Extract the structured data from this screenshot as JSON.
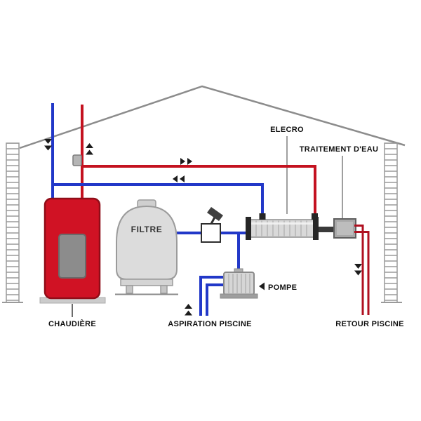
{
  "diagram": {
    "labels": {
      "boiler": "CHAUDIÈRE",
      "filter": "FILTRE",
      "pump": "POMPE",
      "heat_exchanger": "ELECRO",
      "water_treatment": "TRAITEMENT D'EAU",
      "pool_suction": "ASPIRATION PISCINE",
      "pool_return": "RETOUR PISCINE"
    },
    "colors": {
      "hot_pipe": "#c41220",
      "return_pipe": "#b01020",
      "cold_pipe": "#2238c8",
      "boiler_body": "#d01224",
      "boiler_door": "#8c8c8c",
      "structure_gray": "#9a9a9a",
      "metal_light": "#d9d9d9",
      "flange_dark": "#262626",
      "treatment_box": "#a8a8a8",
      "label_text": "#101010"
    },
    "flow_arrows": [
      {
        "name": "boiler-return-arrows",
        "direction": "down"
      },
      {
        "name": "boiler-supply-arrows",
        "direction": "up"
      },
      {
        "name": "hot-line-arrows",
        "direction": "right"
      },
      {
        "name": "cold-line-arrows",
        "direction": "left"
      },
      {
        "name": "pool-suction-arrows",
        "direction": "up"
      },
      {
        "name": "pool-return-arrows",
        "direction": "down"
      },
      {
        "name": "pump-pointer-arrow",
        "direction": "left"
      }
    ]
  }
}
